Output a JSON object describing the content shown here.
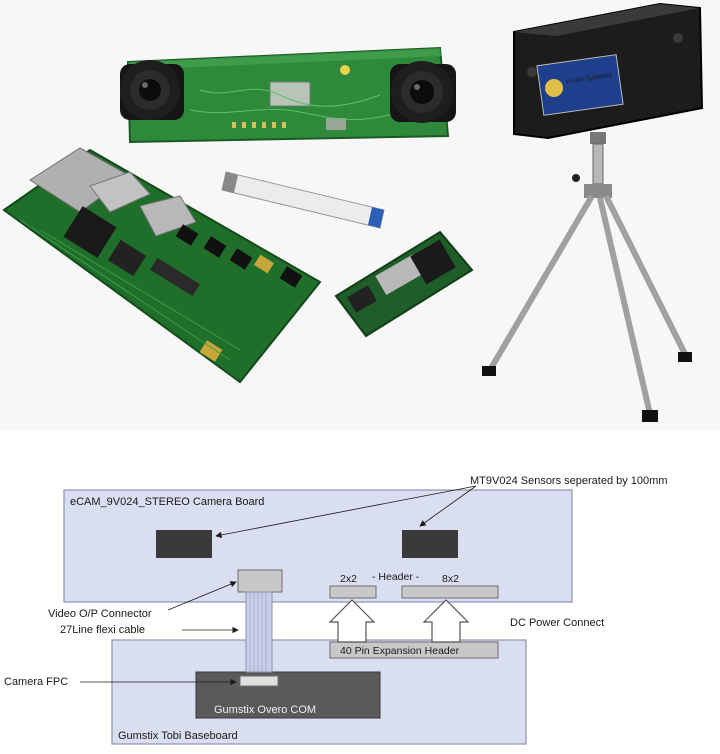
{
  "photo": {
    "tripod_camera_badge": "e-con Systems"
  },
  "diagram": {
    "camera_board_label": "eCAM_9V024_STEREO Camera Board",
    "sensors_label": "MT9V024 Sensors seperated by 100mm",
    "header_left": "2x2",
    "header_mid": "- Header -",
    "header_right": "8x2",
    "video_connector_label": "Video O/P Connector",
    "flexi_cable_label": "27Line flexi cable",
    "dc_power_label": "DC Power Connect",
    "expansion_header_label": "40 Pin Expansion Header",
    "camera_fpc_label": "Camera FPC",
    "com_label": "Gumstix Overo COM",
    "baseboard_label": "Gumstix Tobi Baseboard"
  },
  "colors": {
    "board_fill": "#d9dff0",
    "board_stroke": "#8a93ad",
    "sensor_fill": "#3a3a3a",
    "com_fill": "#5a5a5a",
    "connector_fill": "#c8c8c8",
    "pcb_green": "#1f7a2e"
  }
}
